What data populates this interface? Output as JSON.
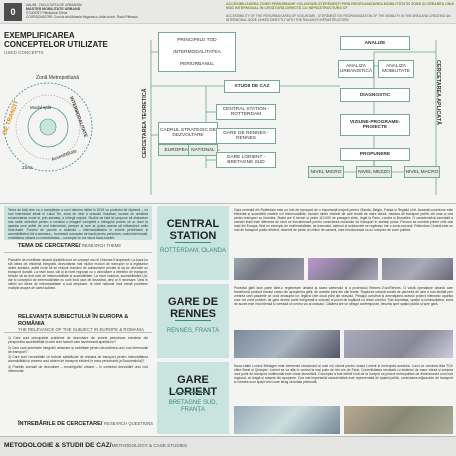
{
  "header": {
    "number": "0",
    "university": "UAUIM - FACULTATEA DE URBANISM",
    "program": "MASTER MOBILITATE URBANĂ",
    "student": "STUDENT: Pătrășcioiu Elena",
    "coordinators": "COORDONATORI: Conf.dr.arh.Mihaela Negulescu, Asist.dr.arh. Radu Pătrașcu",
    "title": "ACCESIBILIZAREA ZONEI PERIURBANE VOLUNTARI-ȘTEFĂNEȘTI PRIN REORGANIZAREA MOBILITĂȚII ÎN ZONĂ ȘI CREAREA UNUI NOD INTERMODAL ÎN LEGĂTURĂ DIRECTĂ CU INFRASTRUCTURA CF",
    "subtitle": "ACCESSIBILITY OF THE PERIURBAN AREA OF VOLUNTARI - ȘTEFĂNEȘTI BY REORGANIZATION OF THE MOBILITY IN THE AREA AND CREATING AN INTERMODAL NODE LINKED DIRECTLY WITH THE RAILWAYS INFRASTRUCTURE"
  },
  "concepts": {
    "title": "EXEMPLIFICAREA CONCEPTELOR UTILIZATE",
    "subtitle": "USED CONCEPTS",
    "ring_labels": [
      "Zonă Metropolitană",
      "INTERMODALITATE",
      "DE TRANZIT",
      "Modal split",
      "Accesibilitate",
      "Zona"
    ]
  },
  "diagram": {
    "left_label": "CERCETAREA TEORETICĂ",
    "right_label": "CERCETAREA APLICATĂ",
    "top_boxes": [
      "PRINCIPIILE TOD",
      "INTERMODALITATEA",
      "PERIURBANUL"
    ],
    "framework": "CADRUL STRATEGIC DE DEZVOLTARE",
    "framework_items": [
      "EUROPEAN",
      "NATIONAL"
    ],
    "case_study": "STUDII DE CAZ",
    "cases": [
      "CENTRAL STATION - ROTTERDAM",
      "GARE DE RENNES - RENNES",
      "GARE LORIENT - BRETAGNE SUD"
    ],
    "analysis": "ANALIZE",
    "analysis_items": [
      "ANALIZA URBANISTICĂ",
      "ANALIZA MOBILITATE"
    ],
    "diagnostic": "DIAGNOSTIC",
    "vision": "VIZIUNE-PROGRAME-PROIECTE",
    "proposals": "PROPUNERE",
    "levels": [
      "NIVEL MICRO",
      "NIVEL MEZZO",
      "NIVEL MACRO"
    ]
  },
  "intro": {
    "text": "Tema de față vine ca o completare a unui demers inițiat în 2019 cu proiectul de diplomă – un nod intermodal situat în Lacul Tei, zona de vest a orașului Voluntari, lucrare ce urmărea reconectarea zonei și, prin aceasta, a întregii regiuni. Studiul de față își propune să elaboreze mai multe obiective pentru a construi o imagine completă a întregului proces ce ar duce la apariția unui astfel de nod intermodal, precum și cum ar putea acesta să influențeze ariile învecinate. Punctul de pornire a studiului – intermodalitatea în zonele periurbane și accesibilitatea UA a acestora – formează conceptul de bază pentru periurban, nodul intermodal, mobilitatea urbană și conectivitatea – concepte ce vor sta la baza lucrării."
  },
  "theme": {
    "title": "TEMA DE CERCETARE/",
    "title_en": "RESEARCH THEME",
    "text": "Planurile de mobilitate urbană durabilă sunt un concept nou în Uniunea Europeană. La baza lor stă ideea de eficiență integrată, dezvoltarea mai multor moduri de transport și a legăturilor dintre acestea, astfel încât să se reducă numărul de autoturisme private și să se dezvolte un transport durabil. La nivel local, cât și la nivel regional cu o dezvoltare a rețelelor de transport, trebuie să se țină cont de intermodalitate și accesibilitate. La nivel național, accesibilitatea UA, dar și conceptul de intermodalitate nu sunt încă ușor de dezvoltat, deși ar fi necesare. Deși în ultimii ani ideea de intermodalitate a luat amploare, la nivel național încă există probleme multiple asupra de acest subiect."
  },
  "relevance": {
    "title": "RELEVANȚA SUBIECTULUI ÎN EUROPA & ROMÂNIA",
    "title_en": "THE RELEVANCE OF THE SUBJECT IN EUROPE & ROMANIA",
    "questions": [
      "1) Care sunt principalele probleme de dezvoltare din zonele periurbane existente din perspectiva accesibilității și care sunt factorii care favorizează apariția lor?",
      "2) Care sunt premisele integrării urbanism și mobilitate pentru dezvoltarea unui nod intermodal de transport?",
      "3) Care sunt necesitățile ce trebuie satisfăcute de rețeaua de transport pentru îmbunătățirea accesibilității și crearea unui sistem de transport eficient în zona periurbană (a Bucureștiului)?",
      "4) Posibile scenarii de dezvoltare – reconfigurări urbane – în contextul dezvoltării unui nod intermodal."
    ]
  },
  "questions_title": {
    "title": "ÎNTREBĂRILE DE CERCETARE/",
    "title_en": "RESEARCH QUESTIONS"
  },
  "cases": [
    {
      "name": "CENTRAL STATION",
      "location": "ROTTERDAM, OLANDA",
      "text": "Gara centrală din Rotterdam este un hub de transport de o importanță majoră pentru Olanda, Belgia, Franța și Regatul Unit. Această conexiune este eficientă și accesibilă oricărei noi intermodalități, inclusiv dintre rețelele de cale ferată de mare viteză, rețeaua de transport public din oraș și cea pentru transport cu bicicleta. Stația are 5 trenuri și peste 110.000 de pasageri zilnic, legat la Paris, Londra și Bruxelles. O caracteristică esențială a acestei stații este diferența de nivel ce funcționează pentru conectarea modurilor de transport în același punct. Peronul se numără printre cele mai mari din Europa, fiind un exemplu de multimodalitate, iar tramvaiul, metroul și autobuzele se regăsesc într-o zonă comună. Rotterdam Central este un nod de transport public eficient, deservit de peste un milion de oameni, care funcționează ca un complex de zone publice."
    },
    {
      "name": "GARE DE RENNES",
      "location": "RENNES, FRANȚA",
      "text": "Proiectul gării face parte dintr-o regenerare urbană la scara cartierului și a proiectului Rennes EuroRennes. O vastă operațiune urbană care transformă profund țesutul urban din apropierea gării, de ambele părți ale căii ferate. Rupturea urbană creată de pachetul de șine a fost abolită prin crearea unei pasarele ce urcă deasupra lor, legând cele două părți ale orașului. Peisajul construit și amenajarea acestui proiect înlesnesc apariția unor noi zone publice, iar gara devine parte integrantă a orașului și punct de legătură cu restul zonelor. Sub suprafața, spațiul și luminozitatea, zona de acces este mai intensă și creează un centru viu al orașului. Clădirea are un design contemporan, deschis spre spațiul public și spre gară."
    },
    {
      "name": "GARE LORIENT",
      "location": "BRETAGNE SUD, FRANȚA",
      "text": "Noua stație Lorient Bretagne este elementul structurant al unei noi viziuni pentru orașul Lorient și metropola acestuia. Locul ce urmărea linia TGV către Brest și Quimper: Lorient se va afla în centrul la mai puțin de trei ore de Paris. Conectivitatea rezultată cu sistemul de mare viteză și crearea unui polul de transport multimodal este cheia dezvoltării. Conceptul a fost definit încă de la început ca proiect metropolitan de dimensiunea unui hub regional, ce leagă și orașele din apropiere. Cea mai importantă caracteristică este reprezentată de spațiul public, conectarea mijloacelor de transport și crearea unor spații verzi care atrag circulația pietonală."
    }
  ],
  "footer": {
    "title": "METODOLOGIE & STUDII DE CAZ/",
    "title_en": "METHODOLOGY & CASE STUDIES"
  }
}
